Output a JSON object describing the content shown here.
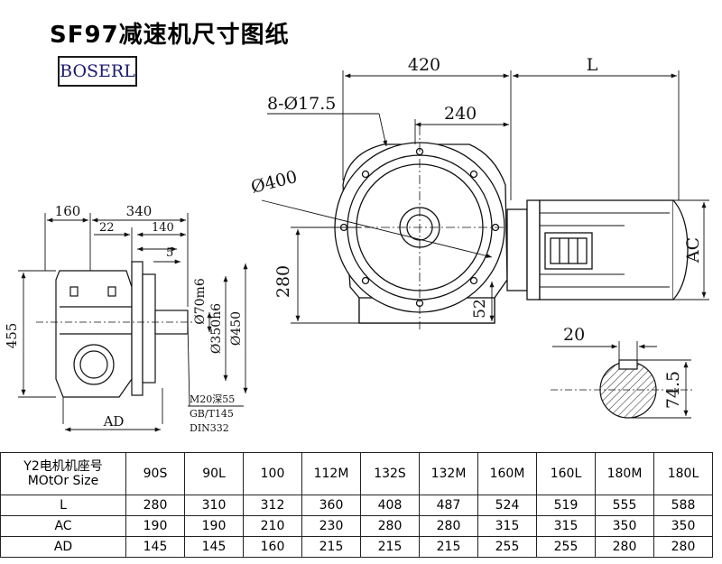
{
  "header": {
    "title": "SF97减速机尺寸图纸",
    "brand": "BOSERL"
  },
  "drawing_labels": {
    "overall_length": "420",
    "motor_length": "L",
    "bolt_holes": "8-Ø17.5",
    "shaft_offset": "240",
    "flange_diameter": "Ø400",
    "center_height": "280",
    "motor_ac": "AC",
    "offset_52": "52",
    "key_width": "20",
    "shaft_height": "74.5",
    "side_160": "160",
    "side_340": "340",
    "side_22": "22",
    "side_140": "140",
    "side_5": "5",
    "shaft_dia": "Ø70m6",
    "spigot_dia": "Ø350h6",
    "outer_dia": "Ø450",
    "total_height": "455",
    "side_ad": "AD",
    "thread_note_1": "M20深55",
    "thread_note_2": "GB/T145",
    "thread_note_3": "DIN332"
  },
  "table": {
    "header_line1": "Y2电机机座号",
    "header_line2": "MOtOr Size",
    "columns": [
      "90S",
      "90L",
      "100",
      "112M",
      "132S",
      "132M",
      "160M",
      "160L",
      "180M",
      "180L"
    ],
    "rows": [
      {
        "label": "L",
        "values": [
          "280",
          "310",
          "312",
          "360",
          "408",
          "487",
          "524",
          "519",
          "555",
          "588"
        ]
      },
      {
        "label": "AC",
        "values": [
          "190",
          "190",
          "210",
          "230",
          "280",
          "280",
          "315",
          "315",
          "350",
          "350"
        ]
      },
      {
        "label": "AD",
        "values": [
          "145",
          "145",
          "160",
          "215",
          "215",
          "215",
          "255",
          "255",
          "280",
          "280"
        ]
      }
    ]
  }
}
